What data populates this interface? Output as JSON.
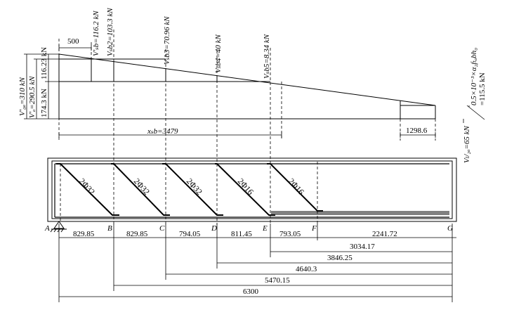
{
  "shear_diagram": {
    "top_dim": "500",
    "v0_label": "V'₀ₐ=310 kN",
    "vd_label": "V'ₐ=290.5 kN",
    "seg_a": "174.3 kN",
    "seg_b": "116.23 kN",
    "vsb": [
      "V'ₛb=116.2 kN",
      "Vₛb2=103.3 kN",
      "Vₛb3=70.96 kN",
      "Vₛb4=40 kN",
      "Vₛb5=8.34 kN"
    ],
    "formula": "0.5×10⁻³×α₂fₜₐbh₀",
    "formula_value": "=115.5 kN",
    "vl2_label": "Vₗ/₂ₐ=65 kN",
    "xsb_label": "xₛb=3479",
    "right_dim": "1298.6"
  },
  "beam": {
    "bars": [
      "2Φ32",
      "2Φ32",
      "2Φ32",
      "2Φ16",
      "2Φ16"
    ],
    "points": [
      "A",
      "B",
      "C",
      "D",
      "E",
      "F",
      "G"
    ],
    "spans": [
      "829.85",
      "829.85",
      "794.05",
      "811.45",
      "793.05",
      "2241.72"
    ],
    "cumulative": [
      "3034.17",
      "3846.25",
      "4640.3",
      "5470.15",
      "6300"
    ]
  }
}
